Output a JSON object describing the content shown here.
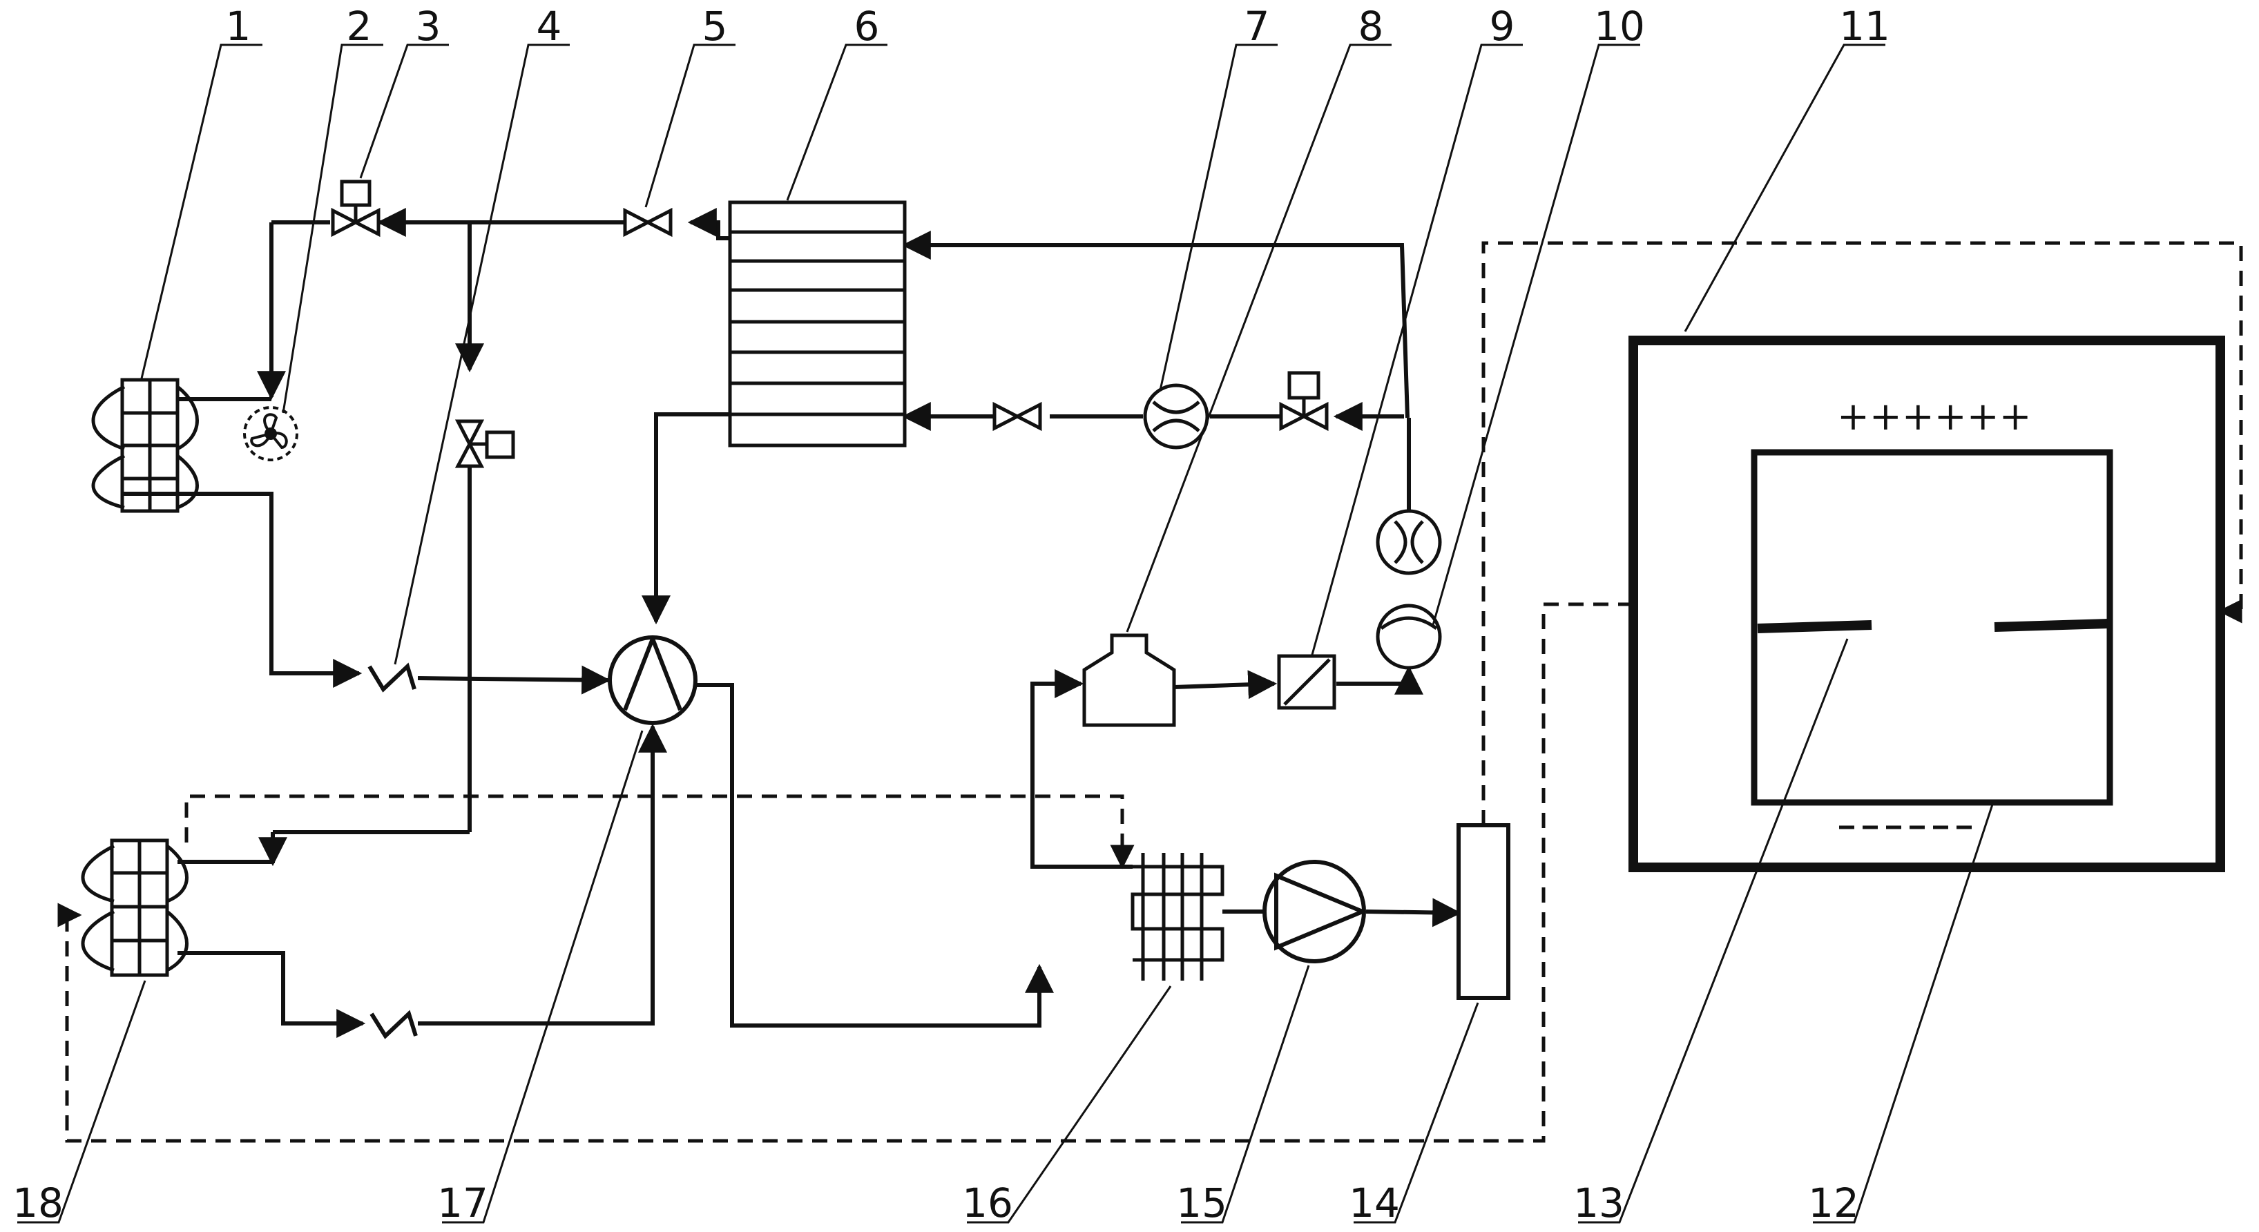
{
  "labels": {
    "n1": "1",
    "n2": "2",
    "n3": "3",
    "n4": "4",
    "n5": "5",
    "n6": "6",
    "n7": "7",
    "n8": "8",
    "n9": "9",
    "n10": "10",
    "n11": "11",
    "n12": "12",
    "n13": "13",
    "n14": "14",
    "n15": "15",
    "n16": "16",
    "n17": "17",
    "n18": "18"
  },
  "plate_marks": {
    "positive": "++++++",
    "negative": "—————"
  },
  "colors": {
    "line": "#111111",
    "background": "#ffffff"
  }
}
